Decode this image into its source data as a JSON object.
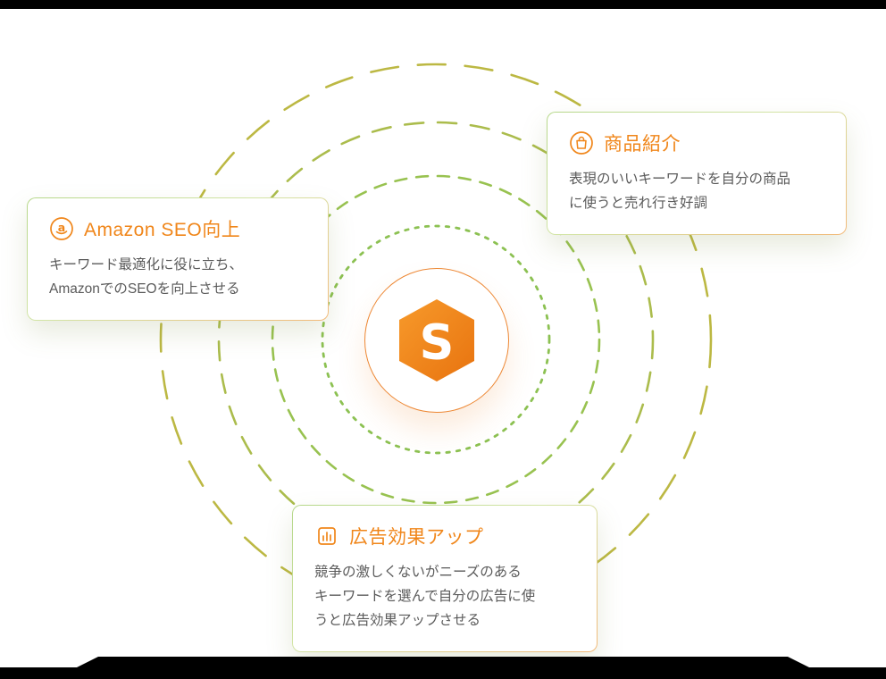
{
  "frame": {
    "bar_color": "#000000"
  },
  "brand": {
    "accent_orange": "#F0861A",
    "accent_green": "#8CC152"
  },
  "diagram": {
    "center_logo": {
      "letter": "S",
      "hex_gradient_start": "#F79A2B",
      "hex_gradient_end": "#E8730F",
      "circle_border": "#ED8733"
    },
    "rings": [
      {
        "radius": 127,
        "color": "#8CC152",
        "dash": "3.5 8"
      },
      {
        "radius": 183,
        "color": "#98C250",
        "dash": "13 11"
      },
      {
        "radius": 243,
        "color": "#ABBC4C",
        "dash": "21 16"
      },
      {
        "radius": 308,
        "color": "#BCB843",
        "dash": "31 22"
      }
    ]
  },
  "cards": [
    {
      "icon": "amazon-icon",
      "title": "Amazon SEO向上",
      "body": "キーワード最適化に役に立ち、\nAmazonでのSEOを向上させる"
    },
    {
      "icon": "shopping-bag-icon",
      "title": "商品紹介",
      "body": "表現のいいキーワードを自分の商品\nに使うと売れ行き好調"
    },
    {
      "icon": "chart-icon",
      "title": "広告効果アップ",
      "body": "競争の激しくないがニーズのある\nキーワードを選んで自分の広告に使\nうと広告効果アップさせる"
    }
  ]
}
